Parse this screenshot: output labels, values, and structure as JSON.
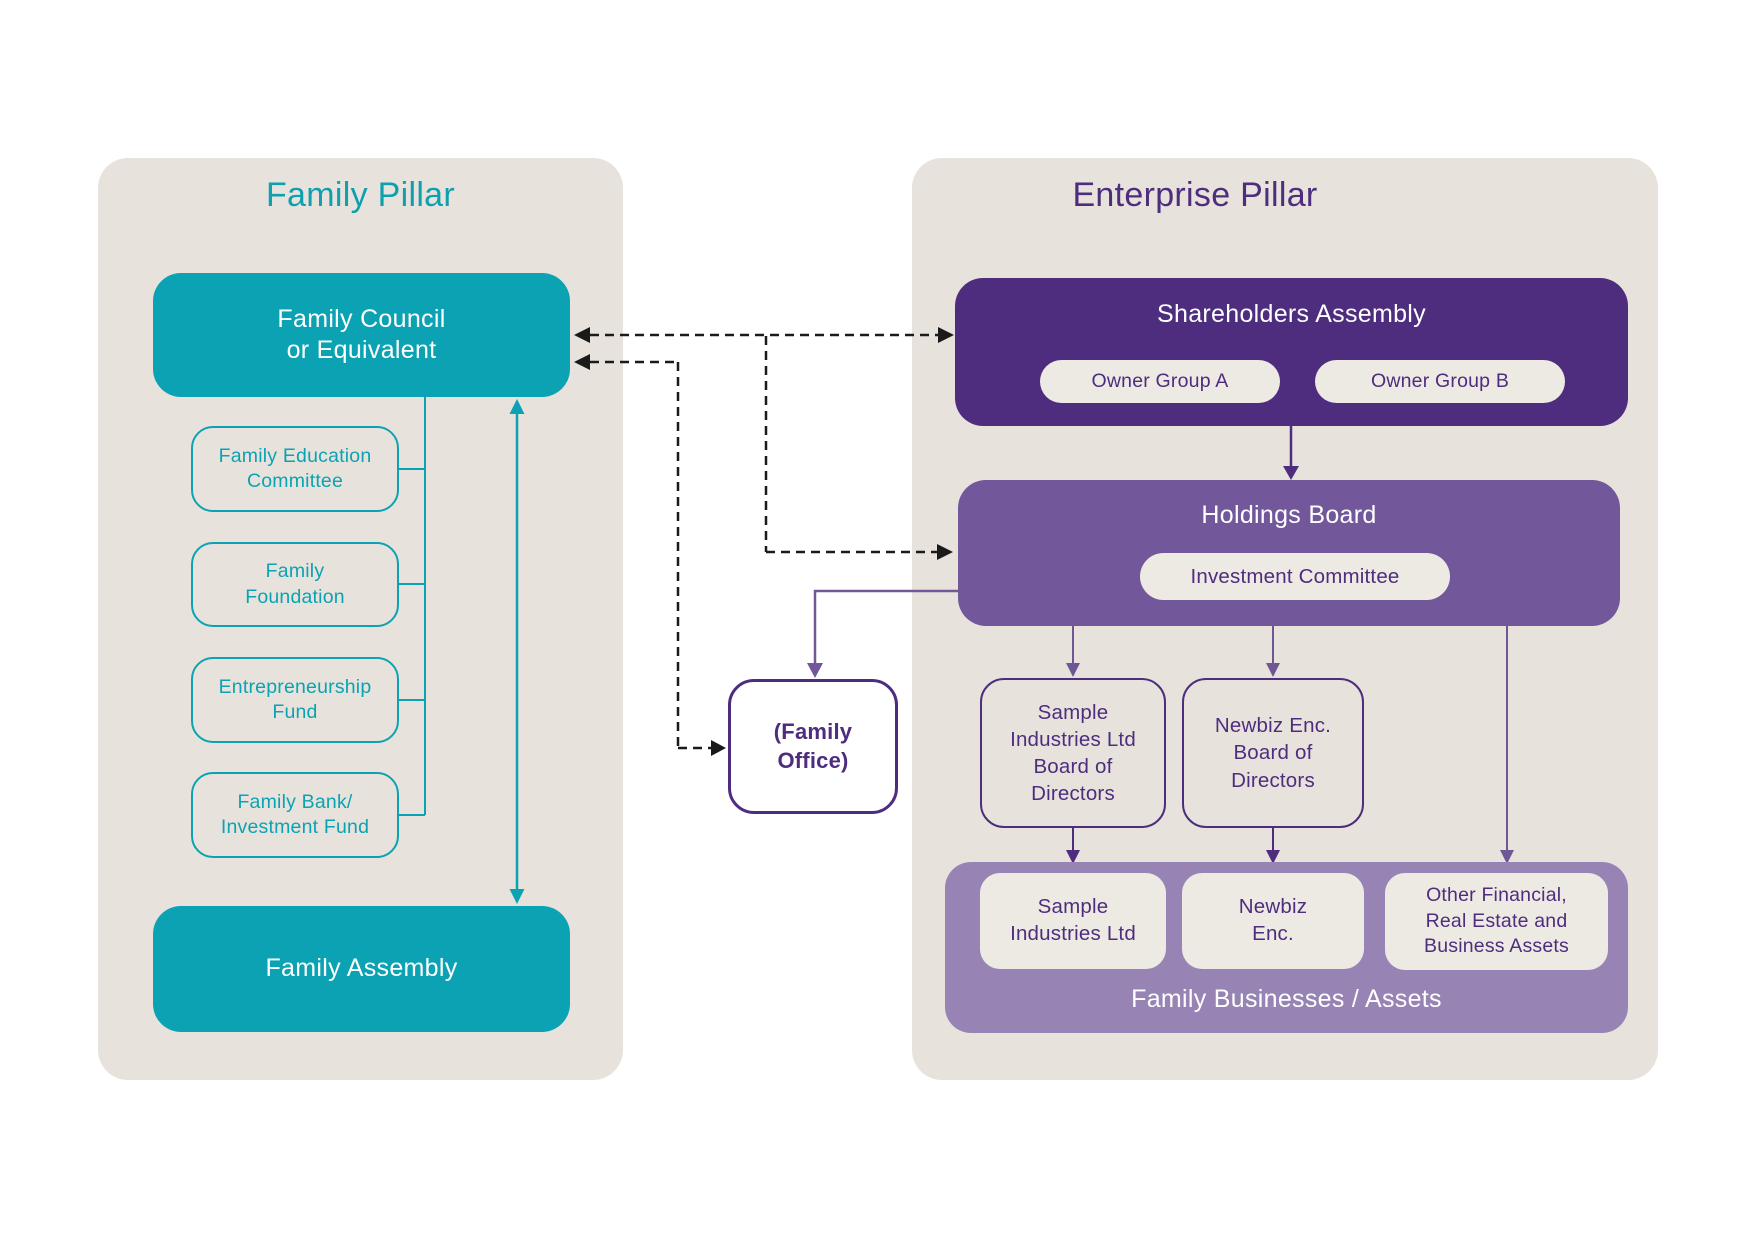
{
  "family_pillar": {
    "title": "Family Pillar",
    "council_label": "Family Council\nor Equivalent",
    "committees": [
      "Family Education\nCommittee",
      "Family\nFoundation",
      "Entrepreneurship\nFund",
      "Family Bank/\nInvestment Fund"
    ],
    "assembly_label": "Family Assembly"
  },
  "enterprise_pillar": {
    "title": "Enterprise Pillar",
    "shareholders": {
      "label": "Shareholders Assembly",
      "owner_groups": [
        "Owner Group A",
        "Owner Group B"
      ]
    },
    "holdings": {
      "label": "Holdings Board",
      "committee": "Investment Committee"
    },
    "boards": [
      "Sample\nIndustries Ltd\nBoard of\nDirectors",
      "Newbiz Enc.\nBoard of\nDirectors"
    ],
    "assets_group": {
      "caption": "Family Businesses / Assets",
      "items": [
        "Sample\nIndustries Ltd",
        "Newbiz\nEnc.",
        "Other Financial,\nReal Estate and\nBusiness Assets"
      ]
    }
  },
  "family_office": {
    "label": "(Family\nOffice)"
  },
  "colors": {
    "teal": "#0BA3B3",
    "dark_purple": "#4E2D7E",
    "medium_purple": "#72589B",
    "light_purple": "#9784B4",
    "panel_beige": "#E7E3DC",
    "pill_beige": "#EDEAE3",
    "arrow_black": "#1A1A1A",
    "white": "#FFFFFF"
  }
}
